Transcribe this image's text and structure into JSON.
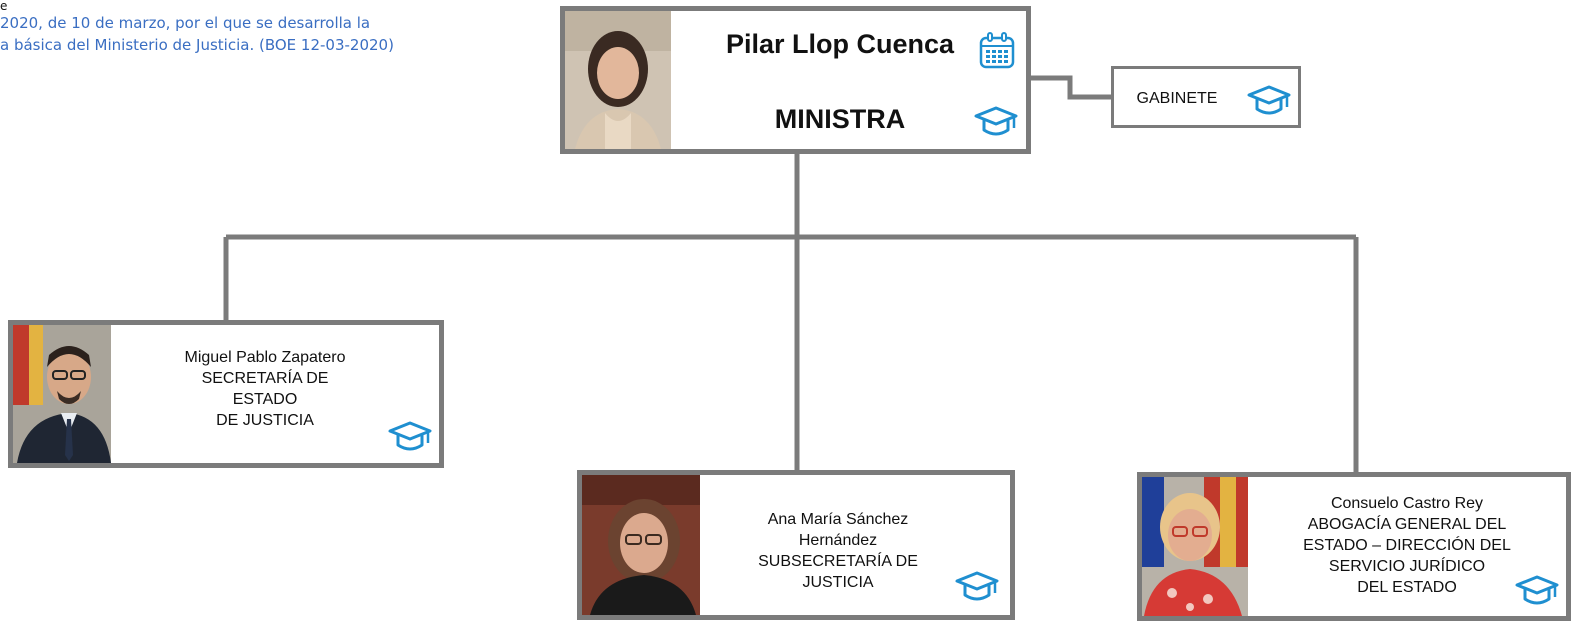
{
  "legal": {
    "line0": "e",
    "line1": "2020, de 10 de marzo, por el que se desarrolla la",
    "line2": "a básica del Ministerio de Justicia.  (BOE 12-03-2020)"
  },
  "minister": {
    "name": "Pilar Llop Cuenca",
    "role": "MINISTRA",
    "icon_top": "calendar-icon",
    "icon_bottom": "graduation-cap-icon"
  },
  "gabinete": {
    "label": "GABINETE",
    "icon": "graduation-cap-icon"
  },
  "secretaria": {
    "name": "Miguel Pablo Zapatero",
    "role_lines": [
      "SECRETARÍA DE",
      "ESTADO",
      "DE JUSTICIA"
    ],
    "icon": "graduation-cap-icon"
  },
  "subsecretaria": {
    "name_lines": [
      "Ana María Sánchez",
      "Hernández"
    ],
    "role_lines": [
      "SUBSECRETARÍA  DE",
      "JUSTICIA"
    ],
    "icon": "graduation-cap-icon"
  },
  "abogacia": {
    "name": "Consuelo Castro Rey",
    "role_lines": [
      "ABOGACÍA GENERAL DEL",
      "ESTADO – DIRECCIÓN  DEL",
      "SERVICIO JURÍDICO",
      "DEL ESTADO"
    ],
    "icon": "graduation-cap-icon"
  },
  "colors": {
    "border": "#7b7b7b",
    "connector": "#7b7b7b",
    "icon_blue": "#1f8fd0",
    "legal_text": "#3a6ec2"
  }
}
